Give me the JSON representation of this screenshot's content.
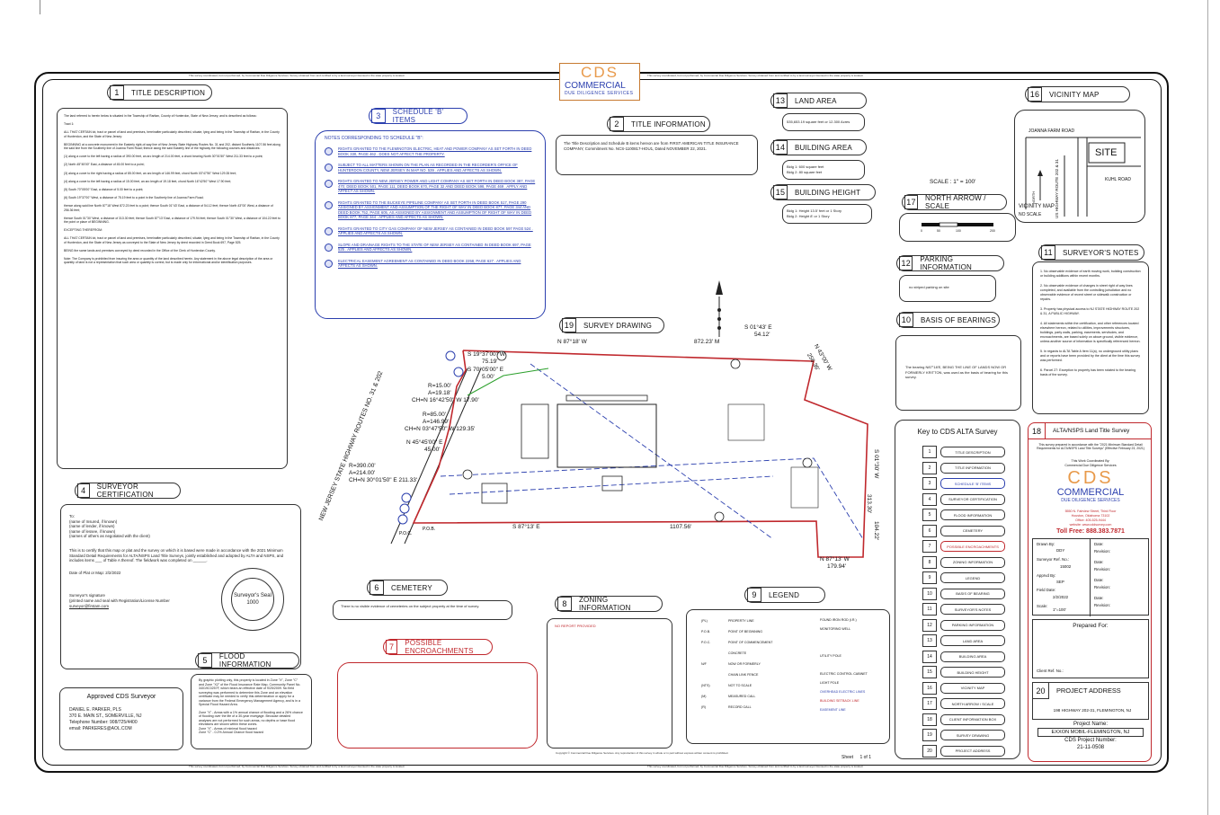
{
  "top_note": "This survey coordinated, but not performed, by Commercial Due Diligence Services. Survey obtained from and certified to by a land surveyor licensed in the state property is located.",
  "logo": {
    "letters": "CDS",
    "word": "COMMERCIAL",
    "sub": "DUE DILIGENCE SERVICES"
  },
  "title_description": {
    "num": "1",
    "label": "TITLE DESCRIPTION",
    "paragraphs": [
      "The land referred to herein below is situated in the Township of Raritan, County of Hunterdon, State of New Jersey, and is described as follows:",
      "Tract 1:",
      "ALL THAT CERTAIN lot, tract or parcel of land and premises, hereinafter particularly described, situate, lying and being in the Township of Raritan, in the County of Hunterdon, and the State of New Jersey:",
      "BEGINNING at a concrete monument in the Easterly right-of-way line of New Jersey State Highway Routes No. 31 and 202, distant Southerly 1107.56 feet along the said line from the Southerly line of Joanna Farm Road; thence along the said Easterly line of the highway the following courses and distances:",
      "(1) along a curve to the left having a radius of 390.00 feet, an arc length of 214.00 feet, a chord bearing North 30°01'50\" West 211.33 feet to a point;",
      "(2) North 45°45'00\" East, a distance of 45.00 feet to a point;",
      "(3) along a curve to the right having a radius of 85.00 feet, an arc length of 146.99 feet, chord North 03°47'50\" West 129.35 feet;",
      "(4) along a curve to the left having a radius of 15.00 feet, an arc length of 19.18 feet, chord North 16°42'50\" West 17.90 feet;",
      "(5) South 70°05'00\" East, a distance of 5.00 feet to a point;",
      "(6) South 19°37'00\" West, a distance of 75.19 feet to a point in the Southerly line of Joanna Farm Road;",
      "thence along said line North 87°18' West 872.23 feet to a point; thence South 01°43' East, a distance of 54.12 feet; thence North 43°00' West, a distance of 256.36 feet;",
      "thence South 01°30' West, a distance of 313.30 feet; thence South 87°13' East, a distance of 179.94 feet; thence South 01°30' West, a distance of 104.22 feet to the point or place of BEGINNING.",
      "EXCEPTING THEREFROM:",
      "ALL THAT CERTAIN lot, tract or parcel of land and premises, hereinafter particularly described, situate, lying and being in the Township of Raritan, in the County of Hunterdon, and the State of New Jersey as conveyed to the State of New Jersey by deed recorded in Deed Book 697, Page 525.",
      "BEING the same lands and premises conveyed by deed recorded in the Office of the Clerk of Hunterdon County.",
      "Note: The Company is prohibited from insuring the area or quantity of the land described herein. Any statement in the above legal description of the area or quantity of land is not a representation that such area or quantity is correct, but is made only for informational and/or identification purposes."
    ]
  },
  "schedule_b": {
    "num": "3",
    "label": "SCHEDULE 'B' ITEMS",
    "title": "NOTES CORRESPONDING TO SCHEDULE \"B\":",
    "items": [
      {
        "n": "10",
        "text": "RIGHTS GRANTED TO THE FLEMINGTON ELECTRIC, HEAT AND POWER COMPANY AS SET FORTH IN DEED BOOK 330, PAGE 462 . DOES NOT AFFECT THE PROPERTY."
      },
      {
        "n": "11",
        "text": "SUBJECT TO ALL MATTERS SHOWN ON THE PLAN AS RECORDED IN THE RECORDER'S OFFICE OF HUNTERDON COUNTY, NEW JERSEY IN MAP NO. 539 . APPLIES AND AFFECTS AS SHOWN."
      },
      {
        "n": "12",
        "text": "RIGHTS GRANTED TO NEW JERSEY POWER AND LIGHT COMPANY AS SET FORTH IN DEED BOOK 387, PAGE 470; DEED BOOK 501, PAGE 111; DEED BOOK 670, PAGE 32 AND DEED BOOK 598, PAGE 469 . APPLY AND AFFECT AS SHOWN."
      },
      {
        "n": "13",
        "text": "RIGHTS GRANTED TO THE BUCKEYE PIPELINE COMPANY AS SET FORTH IN DEED BOOK 517, PAGE 290 ASSIGNED BY ASSIGNMENT AND ASSUMPTION OF THE RIGHT OF WAY IN DEED BOOK 877, PAGE 344 AND DEED BOOK 752, PAGE 605, AS ASSIGNED BY ASSIGNMENT AND ASSUMPTION OF RIGHT OF WAY IN DEED BOOK 877, PAGE 344 . APPLIES AND AFFECTS AS SHOWN."
      },
      {
        "n": "14",
        "text": "RIGHTS GRANTED TO CITY GAS COMPANY OF NEW JERSEY AS CONTAINED IN DEED BOOK 597 PAGE 524 . APPLIES AND AFFECTS AS SHOWN."
      },
      {
        "n": "15",
        "text": "SLOPE AND DRAINAGE RIGHTS TO THE STATE OF NEW JERSEY AS CONTAINED IN DEED BOOK 697, PAGE 525 . APPLIES AND AFFECTS AS SHOWN."
      },
      {
        "n": "16",
        "text": "ELECTRICAL EASEMENT AGREEMENT AS CONTAINED IN DEED BOOK 2258, PAGE 627 . APPLIES AND AFFECTS AS SHOWN."
      }
    ]
  },
  "title_info": {
    "num": "2",
    "label": "TITLE INFORMATION",
    "text": "The Title Description and Schedule B items hereon are from FIRST AMERICAN TITLE INSURANCE COMPANY, Commitment No. NCS-1100817-HOU1, Dated NOVEMBER 22, 2021."
  },
  "land_area": {
    "num": "13",
    "label": "LAND AREA",
    "text": "535,653.19 square feet or 12.300 Acres"
  },
  "building_area": {
    "num": "14",
    "label": "BUILDING AREA",
    "lines": [
      "Bldg 1: 600 square feet",
      "Bldg 2: 80 square feet"
    ]
  },
  "building_height": {
    "num": "15",
    "label": "BUILDING HEIGHT",
    "lines": [
      "Bldg 1: Height 13.5' feet or 1 Story",
      "Bldg 2: Height 8' or 1 Story"
    ]
  },
  "vicinity": {
    "num": "16",
    "label": "VICINITY MAP",
    "road1": "JOANNA FARM ROAD",
    "road2": "KUHL ROAD",
    "route": "US HIGHWAY ROUTE 202 & 31",
    "site": "SITE",
    "north": "NORTH",
    "map_label": "VICINITY MAP",
    "scale": "NO SCALE"
  },
  "scale": "SCALE : 1\" = 100'",
  "north_arrow": {
    "num": "17",
    "label": "NORTH ARROW / SCALE",
    "ticks": [
      "0",
      "50",
      "100",
      "200"
    ]
  },
  "parking": {
    "num": "12",
    "label": "PARKING INFORMATION",
    "text": "no striped parking on site"
  },
  "bearings": {
    "num": "10",
    "label": "BASIS OF BEARINGS",
    "text": "The bearing N87°18'E, BEING THE LINE OF LANDS NOW OR FORMERLY KRITTON, was used as the basis of bearing for this survey."
  },
  "surveyor_notes": {
    "num": "11",
    "label": "SURVEYOR'S NOTES",
    "items": [
      "1. No observable evidence of earth moving work, building construction or building additions within recent months.",
      "2. No observable evidence of changes in street right of way lines completed, and available from the controlling jurisdiction and no observable evidence of recent street or sidewalk construction or repairs.",
      "3. Property has physical access to NJ STATE HIGHWAY ROUTE 202 & 31, A PUBLIC HIGHWAY.",
      "4. All statements within the certification, and other references located elsewhere hereon, related to utilities, improvements structures, buildings, party walls, parking, easements, servitudes, and encroachments, are based solely on above ground, visible evidence, unless another source of information is specifically referenced hereon.",
      "5. In regards to ALTA Table A Item 11(a), no underground utility plans and or reports have been provided by the client at the time this survey was performed.",
      "6. Parcel 27: Exception to property has been rotated to the bearing basis of the survey."
    ]
  },
  "survey_drawing": {
    "num": "19",
    "label": "SURVEY DRAWING",
    "road": "NEW JERSEY STATE HIGHWAY ROUTES NO. 31 & 202",
    "bearings": {
      "n87": "N 87°18' W",
      "d872": "872.23' M",
      "s01": "S 01°43' E",
      "d54": "54.12'",
      "n43": "N 43°00' W",
      "d256": "256.36'",
      "s19": "S 19°37'00\" W",
      "d75": "75.19'",
      "s70": "S 70°05'00\" E",
      "d5": "5.00'",
      "c1": [
        "R=15.00'",
        "A=19.18'",
        "CH=N 16°42'50\" W 17.90'"
      ],
      "c2": [
        "R=85.00'",
        "A=146.99'",
        "CH=N 03°47'50\" W 129.35'"
      ],
      "n45": "N 45°45'00\" E",
      "d45": "45.00'",
      "c3": [
        "R=390.00'",
        "A=214.00'",
        "CH=N 30°01'50\" E 211.33'"
      ],
      "s87": "S 87°13' E",
      "d1107": "1107.56'",
      "n87b": "N 87°13' W",
      "d179": "179.94'",
      "s0130": "S 01°30' W",
      "d313": "313.30'",
      "d104": "104.22'",
      "pob": "P.O.B.",
      "poc": "P.O.C."
    }
  },
  "surveyor_cert": {
    "num": "4",
    "label": "SURVEYOR CERTIFICATION",
    "to_lines": [
      "To:",
      "(name of Insured, if known)",
      "(name of lender, if known)",
      "(name of lessee, if known)",
      "(names of others as negotiated with the client)"
    ],
    "body": "This is to certify that this map or plat and the survey on which it is based were made in accordance with the 2021 Minimum Standard Detail Requirements for ALTA/NSPS Land Title Surveys, jointly established and adopted by ALTA and NSPS, and includes items ___ of Table A thereof. The fieldwork was completed on ______.",
    "date": "Date of Plat or Map: 2/2/2022",
    "sig_lines": [
      "Surveyor's signature",
      "(printed name and seal with Registration/License Number",
      "surveyor@firstam.com"
    ],
    "seal": "Surveyor's Seal 1000"
  },
  "approved": {
    "title": "Approved CDS Surveyor",
    "lines": [
      "DANIEL E. PARKER, PLS",
      "370 E. MAIN ST., SOMERVILLE, NJ",
      "Telephone Number: 908/725/4400",
      "email: PARKERES@AOL.COM"
    ]
  },
  "flood": {
    "num": "5",
    "label": "FLOOD INFORMATION",
    "text": "By graphic plotting only, this property is located in Zone \"X\", Zone \"C\" and Zone \"X2\" of the Flood Insurance Rate Map, Community Panel No. 34019C0257F, which bears an effective date of 9/25/2009. No field surveying was performed to determine this Zone and an elevation certificate may be needed to verify this determination or apply for a variance from the Federal Emergency Management Agency, and is in a Special Flood Hazard Area.",
    "zones": [
      "Zone \"X\" - Areas with a 1% annual chance of flooding and a 26% chance of flooding over the life of a 30-year mortgage. Because detailed analyses are not performed for such areas, no depths or base flood elevations are shown within these zones.",
      "Zone \"X\" - Areas of minimal flood hazard",
      "Zone \"C\" - 0.2% Annual Chance flood hazard"
    ]
  },
  "cemetery": {
    "num": "6",
    "label": "CEMETERY",
    "text": "There is no visible evidence of cemeteries on the subject property at the time of survey."
  },
  "encroach": {
    "num": "7",
    "label": "POSSIBLE ENCROACHMENTS"
  },
  "zoning": {
    "num": "8",
    "label": "ZONING INFORMATION",
    "text": "NO REPORT PROVIDED"
  },
  "legend": {
    "num": "9",
    "label": "LEGEND",
    "left": [
      "PROPERTY LINE",
      "POINT OF BEGINNING",
      "POINT OF COMMENCEMENT",
      "CONCRETE",
      "NOW OR FORMERLY",
      "CHAIN LINK FENCE",
      "NOT TO SCALE",
      "MEASURED CALL",
      "RECORD CALL"
    ],
    "left_sym": [
      "(PL)",
      "P.O.B.",
      "P.O.C.",
      "",
      "N/F",
      "",
      "(NTS)",
      "(M)",
      "(R)"
    ],
    "right": [
      "FOUND IRON ROD (I.R.)",
      "MONITORING WELL",
      "",
      "",
      "UTILITY POLE",
      "",
      "ELECTRIC CONTROL CABINET",
      "LIGHT POLE",
      "OVERHEAD ELECTRIC LINES",
      "BUILDING SETBACK LINE",
      "EASEMENT LINE"
    ]
  },
  "bottom_note": "Copyright © Commercial Due Diligence Services. Any reproduction of this survey in whole or in part without express written consent is prohibited.",
  "sheet": {
    "label": "Sheet",
    "text": "1 of 1"
  },
  "key": {
    "title": "Key to CDS ALTA Survey",
    "items": [
      {
        "n": "1",
        "label": "TITLE DESCRIPTION",
        "color": "#222222"
      },
      {
        "n": "2",
        "label": "TITLE INFORMATION",
        "color": "#222222"
      },
      {
        "n": "3",
        "label": "SCHEDULE 'B' ITEMS",
        "color": "#2b3fae"
      },
      {
        "n": "4",
        "label": "SURVEYOR CERTIFICATION",
        "color": "#222222"
      },
      {
        "n": "5",
        "label": "FLOOD INFORMATION",
        "color": "#222222"
      },
      {
        "n": "6",
        "label": "CEMETERY",
        "color": "#222222"
      },
      {
        "n": "7",
        "label": "POSSIBLE ENCROACHMENTS",
        "color": "#c0282d"
      },
      {
        "n": "8",
        "label": "ZONING INFORMATION",
        "color": "#222222"
      },
      {
        "n": "9",
        "label": "LEGEND",
        "color": "#222222"
      },
      {
        "n": "10",
        "label": "BASIS OF BEARING",
        "color": "#222222"
      },
      {
        "n": "11",
        "label": "SURVEYOR'S NOTES",
        "color": "#222222"
      },
      {
        "n": "12",
        "label": "PARKING INFORMATION",
        "color": "#222222"
      },
      {
        "n": "13",
        "label": "LAND AREA",
        "color": "#222222"
      },
      {
        "n": "14",
        "label": "BUILDING AREA",
        "color": "#222222"
      },
      {
        "n": "15",
        "label": "BUILDING HEIGHT",
        "color": "#222222"
      },
      {
        "n": "16",
        "label": "VICINITY MAP",
        "color": "#222222"
      },
      {
        "n": "17",
        "label": "NORTH ARROW / SCALE",
        "color": "#222222"
      },
      {
        "n": "18",
        "label": "CLIENT INFORMATION BOX",
        "color": "#222222"
      },
      {
        "n": "19",
        "label": "SURVEY DRAWING",
        "color": "#222222"
      },
      {
        "n": "20",
        "label": "PROJECT ADDRESS",
        "color": "#222222"
      }
    ]
  },
  "client_box": {
    "num": "18",
    "label": "ALTA/NSPS Land Title Survey",
    "intro": "This survey prepared in accordance with the \"2021 Minimum Standard Detail Requirements for ALTA/NSPS Land Title Surveys\" (Effective February 23, 2021)",
    "coordinated": "This Work Coordinated By:",
    "company": "Commercial Due Diligence Services",
    "address": [
      "5550 N. Fairview Street, Third Floor",
      "Houston, Oklahoma 73102",
      "Office: 405-525-9444",
      "website: www.cddsurvey.com"
    ],
    "toll": "Toll Free: 888.383.7871",
    "drawn_by": "Drawn By:",
    "drawn_val": "DDY",
    "ref": "Surveyor Ref. No.:",
    "ref_val": "15002",
    "apprvd": "Apprvd By:",
    "apprvd_val": "SEP",
    "field": "Field Date:",
    "field_val": "2/2/2022",
    "scale_l": "Scale:",
    "scale_val": "1\"=100'",
    "date_l": "Date:",
    "revision_l": "Revision:",
    "prepared": "Prepared For:",
    "client_ref": "Client Ref. No.:"
  },
  "project": {
    "num": "20",
    "label": "PROJECT ADDRESS",
    "address": "198 HIGHWAY 202-31, FLEMINGTON, NJ",
    "name_label": "Project Name:",
    "name": "EXXON MOBIL-FLEMINGTON, NJ",
    "num_label": "CDS Project Number:",
    "number": "21-11-0508"
  },
  "colors": {
    "accent_blue": "#2b3fae",
    "accent_red": "#c0282d",
    "logo_orange": "#e89a4b"
  }
}
